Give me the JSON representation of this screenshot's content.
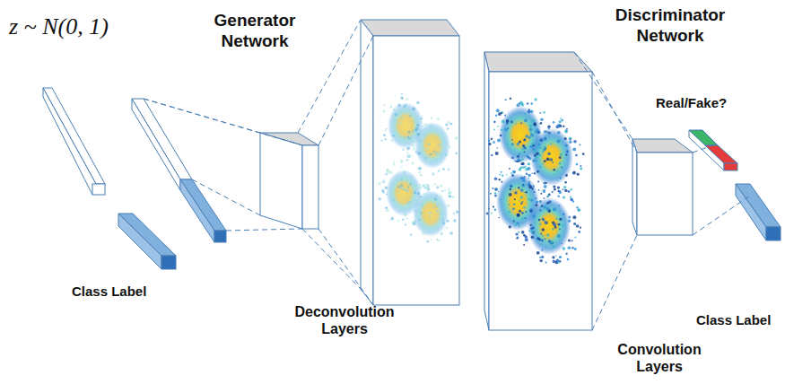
{
  "diagram": {
    "labels": [
      "z ~ N(0, 1)",
      "Generator Network",
      "Discriminator Network",
      "Real/Fake?",
      "Class Label",
      "Deconvolution Layers",
      "Class Label",
      "Convolution Layers"
    ]
  }
}
